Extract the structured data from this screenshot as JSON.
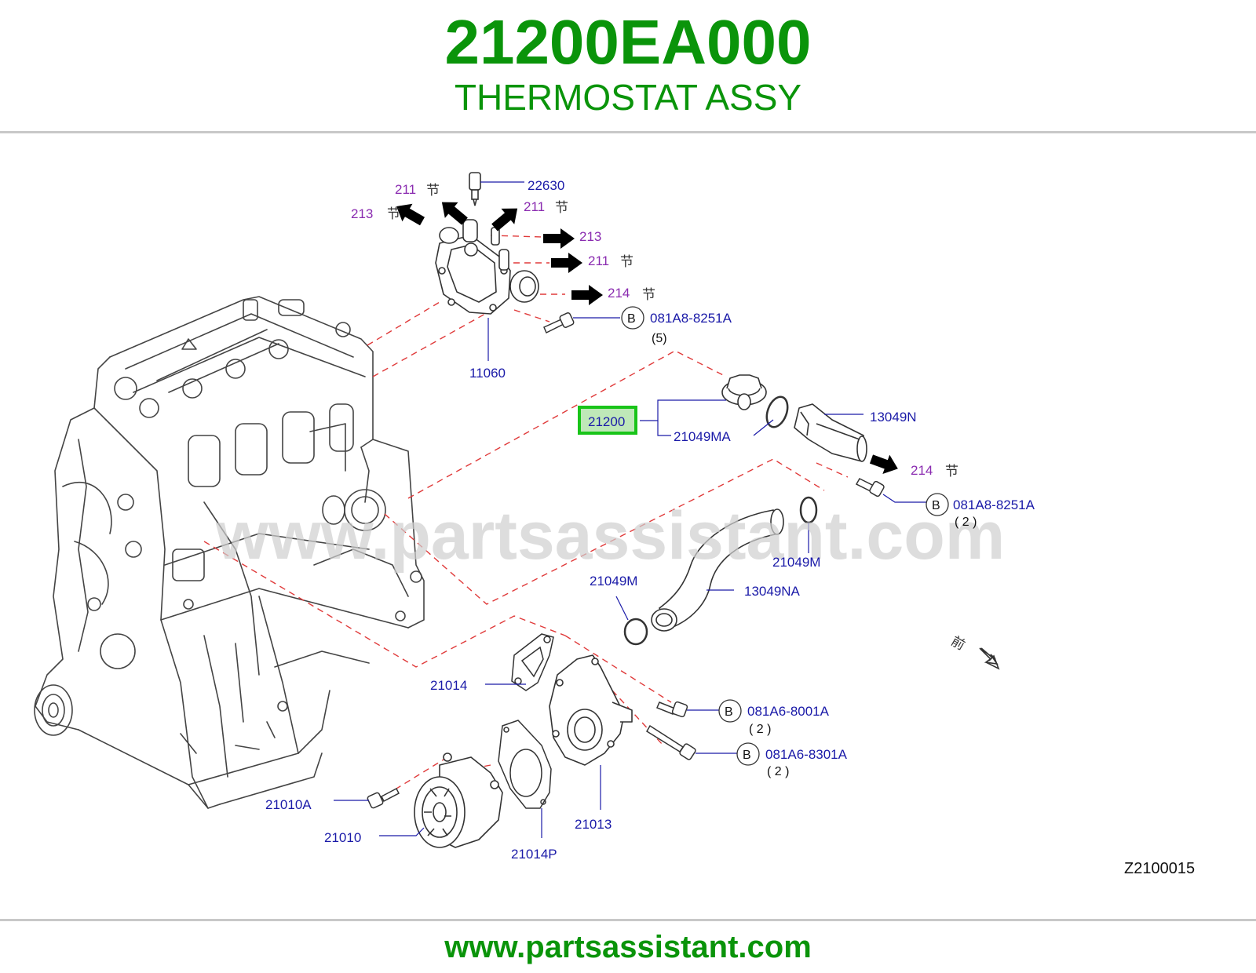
{
  "header": {
    "part_number": "21200EA000",
    "part_name": "THERMOSTAT ASSY"
  },
  "diagram": {
    "watermark": "www.partsassistant.com",
    "diagram_id": "Z2100015",
    "front_marker": "前",
    "highlighted_part": "21200",
    "callouts": {
      "c22630": "22630",
      "c11060": "11060",
      "c21049MA": "21049MA",
      "c13049N": "13049N",
      "c21049M_a": "21049M",
      "c21049M_b": "21049M",
      "c13049NA": "13049NA",
      "c21014": "21014",
      "c21013": "21013",
      "c21014P": "21014P",
      "c21010A": "21010A",
      "c21010": "21010"
    },
    "refs": {
      "r211_a": "211",
      "r213_a": "213",
      "r211_b": "211",
      "r213_b": "213",
      "r211_c": "211",
      "r214_a": "214",
      "r214_b": "214",
      "jie": "节"
    },
    "bolts": {
      "b1": {
        "symbol": "B",
        "code": "081A8-8251A",
        "qty": "(5)"
      },
      "b2": {
        "symbol": "B",
        "code": "081A8-8251A",
        "qty": "( 2 )"
      },
      "b3": {
        "symbol": "B",
        "code": "081A6-8001A",
        "qty": "( 2 )"
      },
      "b4": {
        "symbol": "B",
        "code": "081A6-8301A",
        "qty": "( 2 )"
      }
    }
  },
  "footer": {
    "url": "www.partsassistant.com"
  },
  "colors": {
    "brand_green": "#0a940a",
    "callout_blue": "#1a1aa8",
    "ref_purple": "#8a2bb0",
    "dash_red": "#e03a3a",
    "highlight_box": "#19c419",
    "highlight_fill": "#bfe8b8",
    "line_gray": "#333333"
  }
}
